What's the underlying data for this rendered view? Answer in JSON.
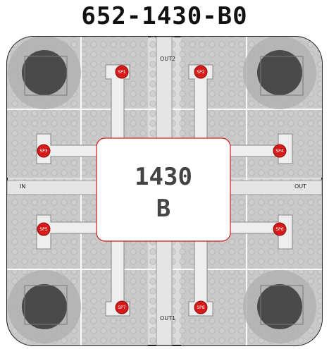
{
  "title": "652-1430-B0",
  "chip": {
    "line1": "1430",
    "line2": "B"
  },
  "ports": {
    "in": "IN",
    "out": "OUT",
    "out1": "OUT1",
    "out2": "OUT2"
  },
  "sense_pads": [
    {
      "id": "sp1",
      "label": "SP1"
    },
    {
      "id": "sp2",
      "label": "SP2"
    },
    {
      "id": "sp3",
      "label": "SP3"
    },
    {
      "id": "sp4",
      "label": "SP4"
    },
    {
      "id": "sp5",
      "label": "SP5"
    },
    {
      "id": "sp6",
      "label": "SP6"
    },
    {
      "id": "sp7",
      "label": "SP7"
    },
    {
      "id": "sp8",
      "label": "SP8"
    }
  ],
  "colors": {
    "substrate": "#d6d6d6",
    "plane": "#bdbdbd",
    "trace": "#e9e9e9",
    "via": "#c8c8c8",
    "mount": "#4a4a4a",
    "pad": "#d61a1a",
    "outline": "#222222"
  }
}
